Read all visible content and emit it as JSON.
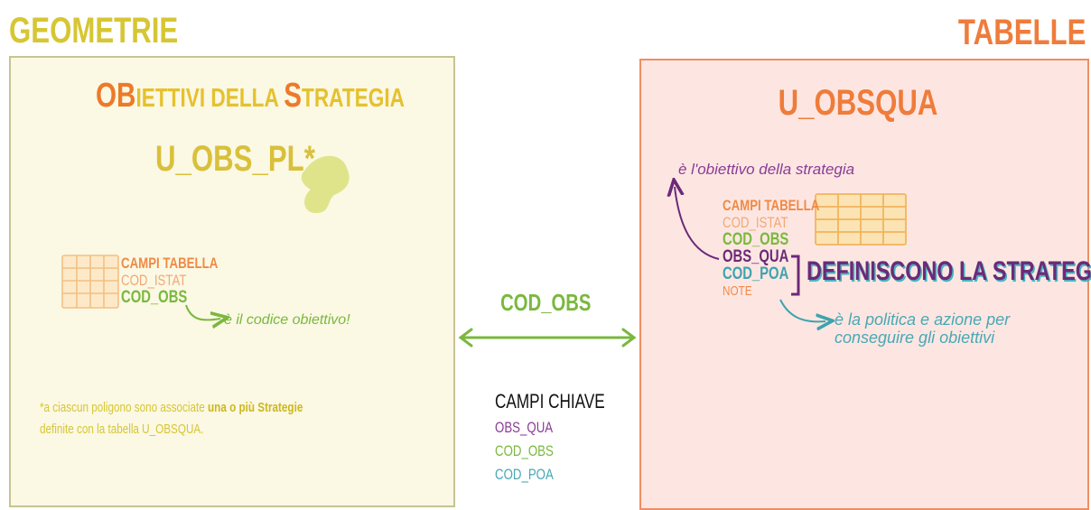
{
  "headers": {
    "left": "GEOMETRIE",
    "right": "TABELLE"
  },
  "left_panel": {
    "title_parts": [
      {
        "text": "OB",
        "hl": true,
        "small": false
      },
      {
        "text": "IETTIVI DELLA ",
        "hl": false,
        "small": true
      },
      {
        "text": "S",
        "hl": true,
        "small": false
      },
      {
        "text": "TRATEGIA",
        "hl": false,
        "small": true
      }
    ],
    "layer_name": "U_OBS_PL*",
    "fields": {
      "title": "CAMPI TABELLA",
      "istat": "COD_ISTAT",
      "obs": "COD_OBS"
    },
    "obs_note": "è il codice obiettivo!",
    "footnote": {
      "part1": "*a ciascun poligono sono associate ",
      "bold": "una o più Strategie",
      "part2": "definite con la tabella U_OBSQUA."
    }
  },
  "right_panel": {
    "title": "U_OBSQUA",
    "qua_note": "è l'obiettivo della strategia",
    "fields": {
      "title": "CAMPI TABELLA",
      "istat": "COD_ISTAT",
      "obs": "COD_OBS",
      "qua": "OBS_QUA",
      "poa": "COD_POA",
      "note": "NOTE"
    },
    "bracket_label": "DEFINISCONO LA STRATEGIA",
    "poa_note_line1": "è la politica e azione per",
    "poa_note_line2": "conseguire gli obiettivi"
  },
  "link": {
    "label": "COD_OBS"
  },
  "key_fields": {
    "title": "CAMPI CHIAVE",
    "items": [
      "OBS_QUA",
      "COD_OBS",
      "COD_POA"
    ]
  },
  "colors": {
    "yellow": "#d6c633",
    "orange": "#ef7c3a",
    "green": "#7ab83e",
    "purple": "#6b2a78",
    "teal": "#3ea3ad",
    "left_bg": "#fbf8e4",
    "right_bg": "#fde6e2"
  }
}
